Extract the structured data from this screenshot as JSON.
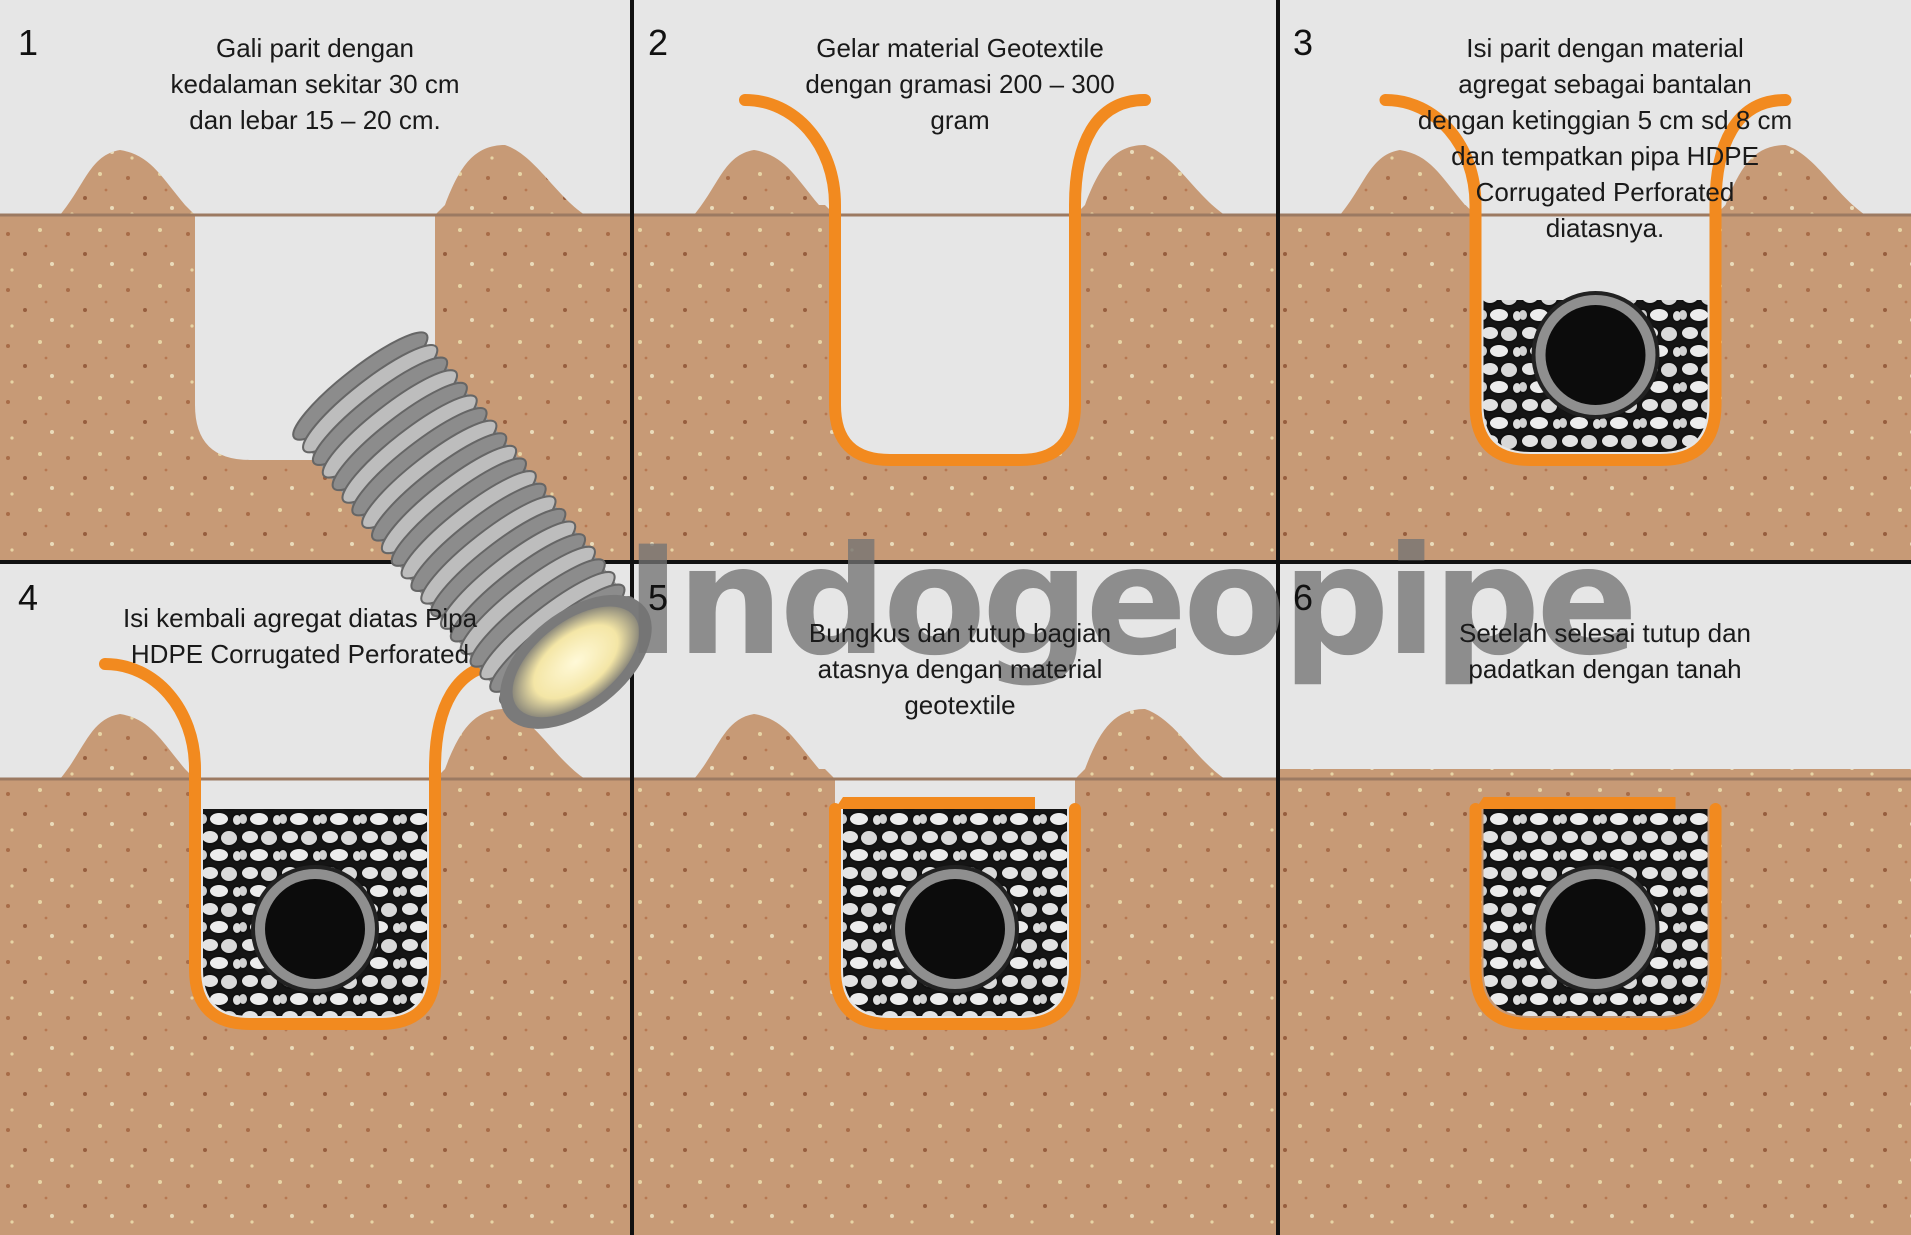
{
  "watermark": "Indogeopipe",
  "steps": [
    {
      "number": "1",
      "text": "Gali parit dengan\nkedalaman sekitar  30 cm\ndan lebar 15 – 20 cm."
    },
    {
      "number": "2",
      "text": "Gelar material Geotextile\ndengan gramasi 200 – 300\ngram"
    },
    {
      "number": "3",
      "text": "Isi parit dengan material\nagregat sebagai bantalan\ndengan ketinggian 5 cm sd 8 cm\ndan tempatkan pipa HDPE\nCorrugated Perforated\ndiatasnya."
    },
    {
      "number": "4",
      "text": "Isi kembali agregat diatas Pipa\nHDPE Corrugated Perforated"
    },
    {
      "number": "5",
      "text": "Bungkus dan tutup bagian\natasnya dengan material\ngeotextile"
    },
    {
      "number": "6",
      "text": "Setelah selesai tutup dan\npadatkan dengan tanah"
    }
  ],
  "colors": {
    "sky": "#e6e6e6",
    "soil": "#c79a76",
    "soil_line": "#9c7a62",
    "geotextile": "#f28a1f",
    "pipe": "#0c0c0c",
    "pipe_ring": "#8f8f8f",
    "stone": "#e3e3e3",
    "panel_border": "#111111"
  },
  "icons": {
    "corrugated_pipe": "corrugated-pipe-icon"
  }
}
